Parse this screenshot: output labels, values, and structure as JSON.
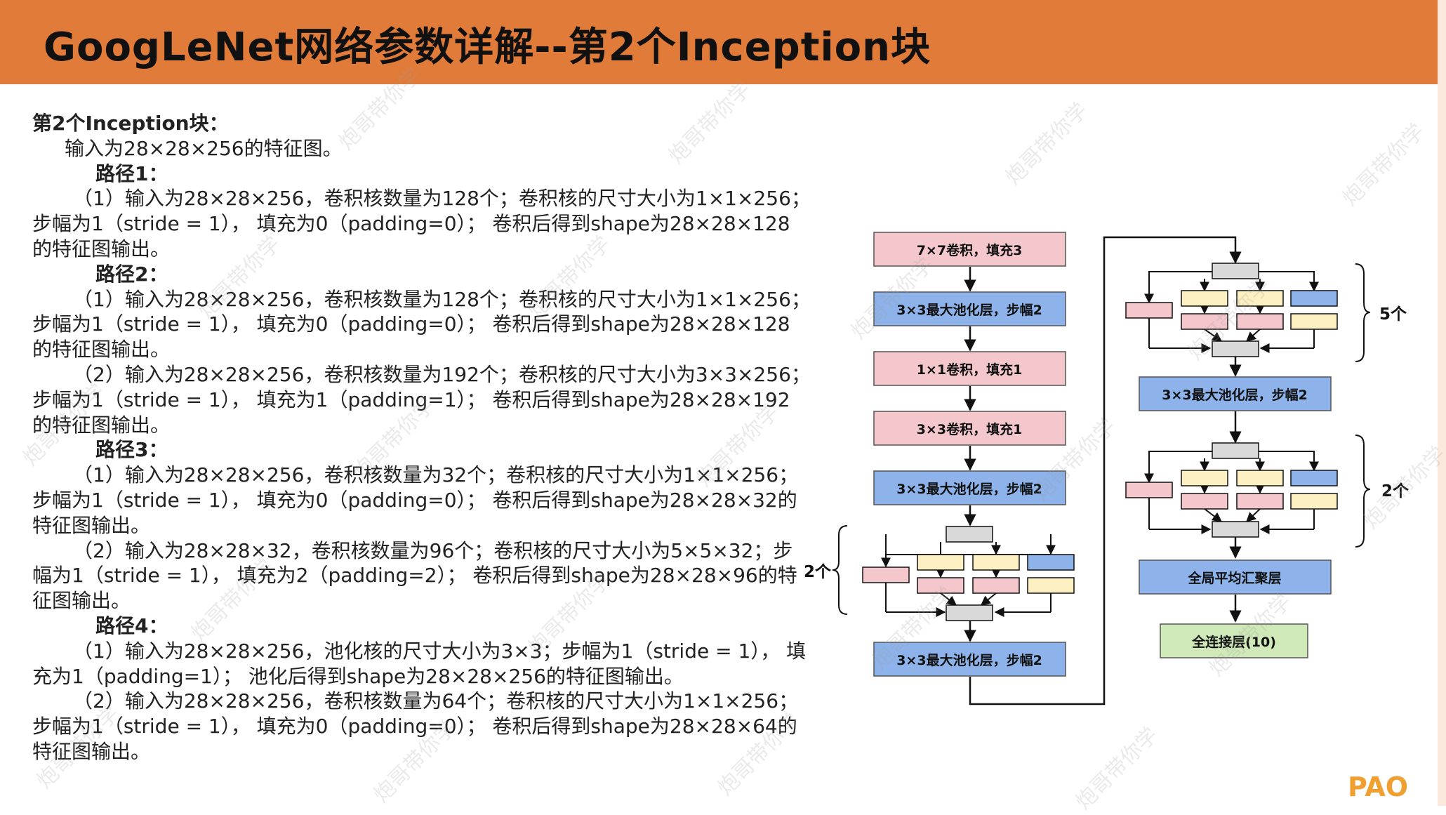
{
  "header": {
    "title": "GoogLeNet网络参数详解--第2个Inception块"
  },
  "text": {
    "heading": "第2个Inception块：",
    "intro": "输入为28×28×256的特征图。",
    "path1": {
      "title": "路径1：",
      "lines": [
        "（1）输入为28×28×256，卷积核数量为128个；卷积核的尺寸大小为1×1×256；",
        "步幅为1（stride  =  1），  填充为0（padding=0）；  卷积后得到shape为28×28×128",
        "的特征图输出。"
      ]
    },
    "path2": {
      "title": "路径2：",
      "lines": [
        "（1）输入为28×28×256，卷积核数量为128个；卷积核的尺寸大小为1×1×256；",
        "步幅为1（stride  =  1），  填充为0（padding=0）；  卷积后得到shape为28×28×128",
        "的特征图输出。",
        "（2）输入为28×28×256，卷积核数量为192个；卷积核的尺寸大小为3×3×256；",
        "步幅为1（stride  =  1），  填充为1（padding=1）；  卷积后得到shape为28×28×192",
        "的特征图输出。"
      ]
    },
    "path3": {
      "title": "路径3：",
      "lines": [
        "（1）输入为28×28×256，卷积核数量为32个；卷积核的尺寸大小为1×1×256；",
        "步幅为1（stride  =  1），  填充为0（padding=0）；  卷积后得到shape为28×28×32的",
        "特征图输出。",
        "（2）输入为28×28×32，卷积核数量为96个；卷积核的尺寸大小为5×5×32；步",
        "幅为1（stride  =  1），  填充为2（padding=2）；  卷积后得到shape为28×28×96的特",
        "征图输出。"
      ]
    },
    "path4": {
      "title": "路径4：",
      "lines": [
        "（1）输入为28×28×256，池化核的尺寸大小为3×3；步幅为1（stride = 1），  填",
        "充为1（padding=1）；  池化后得到shape为28×28×256的特征图输出。",
        "（2）输入为28×28×256，卷积核数量为64个；卷积核的尺寸大小为1×1×256；",
        "步幅为1（stride  =  1），  填充为0（padding=0）；  卷积后得到shape为28×28×64的",
        "特征图输出。"
      ]
    }
  },
  "diagram": {
    "left_column": [
      "7×7卷积，填充3",
      "3×3最大池化层，步幅2",
      "1×1卷积，填充1",
      "3×3卷积，填充1",
      "3×3最大池化层，步幅2",
      "3×3最大池化层，步幅2"
    ],
    "right_column": [
      "3×3最大池化层，步幅2",
      "全局平均汇聚层",
      "全连接层(10)"
    ],
    "repeat_labels": {
      "left_block": "2个",
      "right_block_top": "5个",
      "right_block_bottom": "2个"
    }
  },
  "watermark_text": "炮哥带你学",
  "logo_text": "PAO",
  "colors": {
    "header": "#e07b39",
    "pink": "#f4c7cc",
    "blue": "#8db3ea",
    "gray": "#d9d9d9",
    "yellow": "#fdf0c2",
    "green": "#cfe9b8"
  }
}
